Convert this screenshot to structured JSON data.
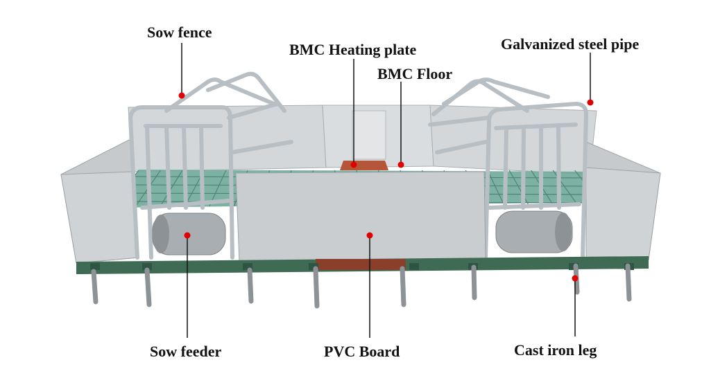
{
  "labels": {
    "sow_fence": "Sow fence",
    "bmc_heating_plate": "BMC Heating plate",
    "bmc_floor": "BMC Floor",
    "galvanized_steel_pipe": "Galvanized steel pipe",
    "sow_feeder": "Sow feeder",
    "pvc_board": "PVC Board",
    "cast_iron_leg": "Cast iron leg"
  },
  "colors": {
    "marker": "#e00000",
    "leader_line": "#111111",
    "pvc_panel": "#c9cdd0",
    "floor_grid": "#6fa89a",
    "frame_green": "#3f6b55",
    "heating_plate": "#b5553a",
    "galvanized_pipe": "#b8bfc4"
  }
}
